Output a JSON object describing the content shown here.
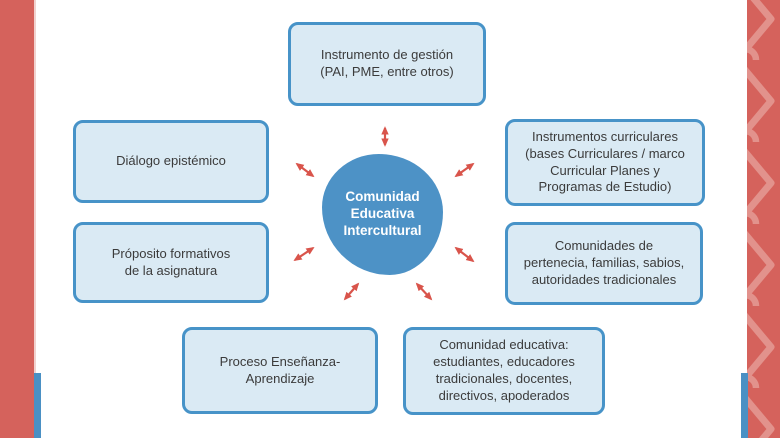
{
  "slide": {
    "title": "Comunidad Educativa Intercultural diagram",
    "colors": {
      "background": "#ffffff",
      "side_bar_red": "#d5625c",
      "side_bar_pattern_light": "#e2928c",
      "side_bar_blue": "#4a90c4",
      "box_fill": "#daeaf4",
      "box_border": "#4793c8",
      "box_text": "#3b3b3b",
      "center_blob_fill": "#4d92c6",
      "center_blob_text": "#ffffff",
      "arrow_red": "#d9544b"
    }
  },
  "center": {
    "label": "Comunidad\nEducativa\nIntercultural"
  },
  "boxes": {
    "top": {
      "label": "Instrumento de gestión\n(PAI, PME, entre otros)"
    },
    "left_upper": {
      "label": "Diálogo epistémico"
    },
    "left_lower": {
      "label": "Próposito formativos\nde la asignatura"
    },
    "right_upper": {
      "label": "Instrumentos curriculares\n(bases Curriculares / marco\nCurricular Planes y\nProgramas de Estudio)"
    },
    "right_middle": {
      "label": "Comunidades de\npertenecia, familias, sabios,\nautoridades tradicionales"
    },
    "bottom_left": {
      "label": "Proceso Enseñanza-\nAprendizaje"
    },
    "bottom_right": {
      "label": "Comunidad educativa:\nestudiantes, educadores\ntradicionales, docentes,\ndirectivos, apoderados"
    }
  },
  "arrows": [
    {
      "name": "center-to-top",
      "double_headed": true
    },
    {
      "name": "center-to-left-upper",
      "double_headed": true
    },
    {
      "name": "center-to-right-upper",
      "double_headed": true
    },
    {
      "name": "center-to-left-lower",
      "double_headed": true
    },
    {
      "name": "center-to-right-middle",
      "double_headed": true
    },
    {
      "name": "center-to-bottom-left",
      "double_headed": true
    },
    {
      "name": "center-to-bottom-right",
      "double_headed": true
    }
  ]
}
